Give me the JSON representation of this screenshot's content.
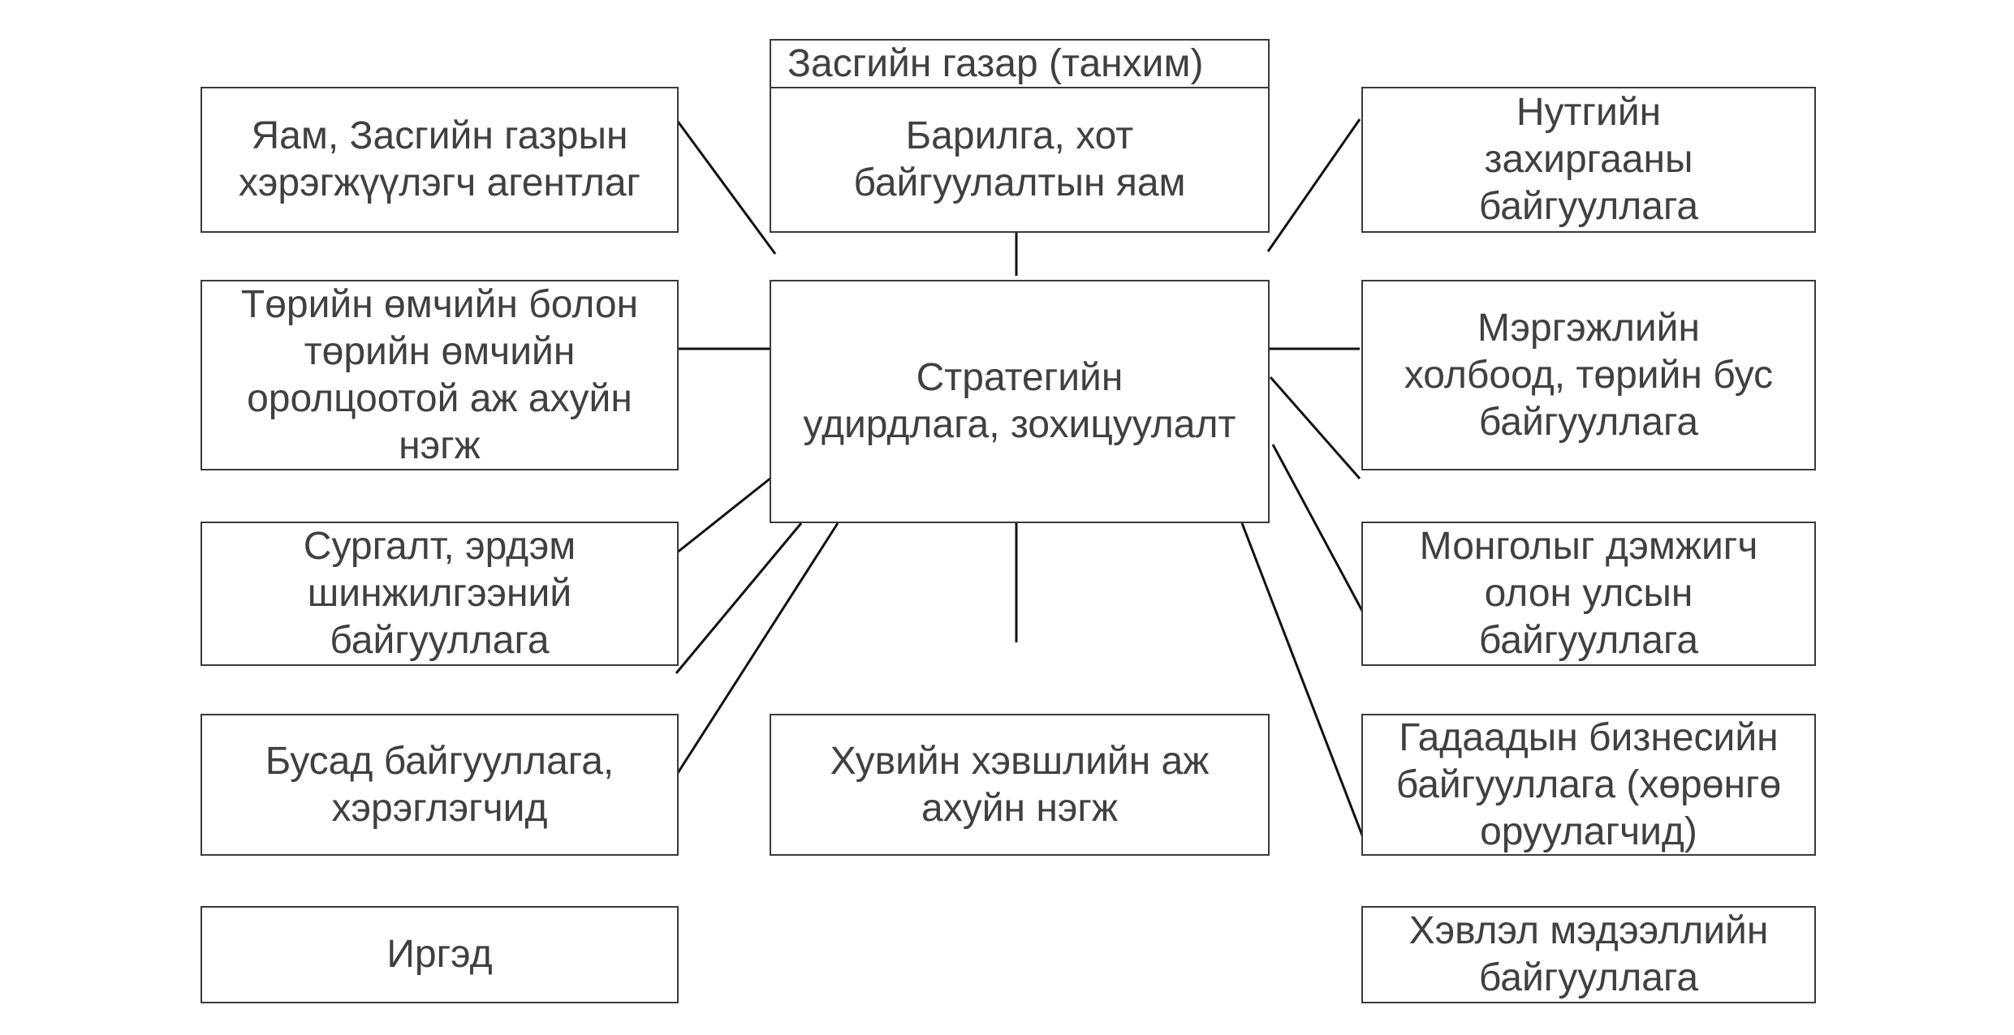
{
  "diagram": {
    "cabinet_label": "Засгийн газар (танхим)",
    "ministry": "Барилга, хот\nбайгуулалтын яам",
    "center": "Стратегийн\nудирдлага, зохицуулалт",
    "private_sector": "Хувийн хэвшлийн аж\nахуйн нэгж",
    "left": [
      "Яам, Засгийн газрын\nхэрэгжүүлэгч агентлаг",
      "Төрийн өмчийн болон\nтөрийн өмчийн\nоролцоотой аж ахуйн\nнэгж",
      "Сургалт, эрдэм\nшинжилгээний\nбайгууллага",
      "Бусад байгууллага,\nхэрэглэгчид",
      "Иргэд"
    ],
    "right": [
      "Нутгийн\nзахиргааны\nбайгууллага",
      "Мэргэжлийн\nхолбоод, төрийн бус\nбайгууллага",
      "Монголыг дэмжигч\nолон улсын\nбайгууллага",
      "Гадаадын бизнесийн\nбайгууллага (хөрөнгө\nоруулагчид)",
      "Хэвлэл мэдээллийн\nбайгууллага"
    ]
  }
}
